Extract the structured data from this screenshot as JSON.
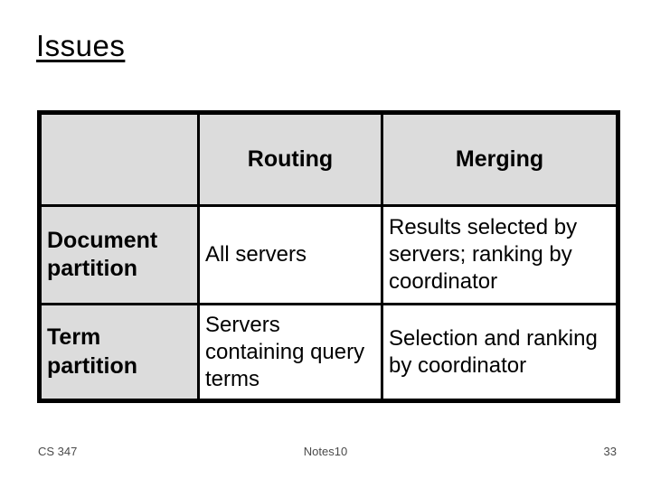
{
  "slide": {
    "title": "Issues",
    "table": {
      "columns": [
        "",
        "Routing",
        "Merging"
      ],
      "rows": [
        {
          "header": "Document partition",
          "routing": "All servers",
          "merging": "Results selected by servers; ranking by coordinator"
        },
        {
          "header": "Term partition",
          "routing": "Servers containing query terms",
          "merging": "Selection and ranking by coordinator"
        }
      ]
    },
    "footer": {
      "course": "CS 347",
      "deck": "Notes10",
      "page": "33"
    },
    "colors": {
      "header_cell_bg": "#dcdcdc",
      "table_border": "#000000",
      "title_text": "#000000",
      "footer_text": "#4a4a4a",
      "slide_bg": "#ffffff"
    }
  }
}
